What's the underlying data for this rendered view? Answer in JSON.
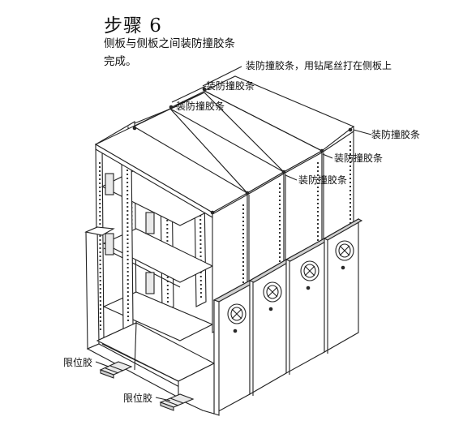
{
  "step_title": "步骤 6",
  "description_line1": "侧板与侧板之间装防撞胶条",
  "description_line2": "完成。",
  "callouts": {
    "bumper_strip_top": "装防撞胶条，用钻尾丝打在侧板上",
    "bumper_strip_2": "装防撞胶条",
    "bumper_strip_3": "装防撞胶条",
    "bumper_strip_right1": "装防撞胶条",
    "bumper_strip_right2": "装防撞胶条",
    "bumper_strip_right3": "装防撞胶条",
    "limit_rubber_1": "限位胶",
    "limit_rubber_2": "限位胶"
  }
}
